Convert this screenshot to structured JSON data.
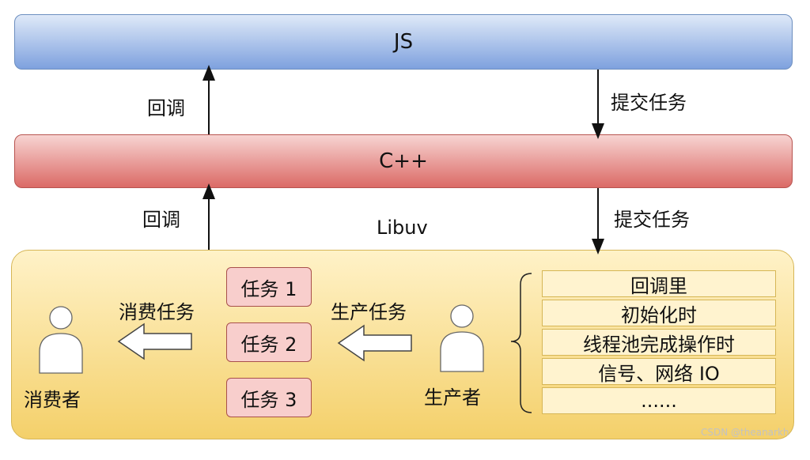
{
  "layers": {
    "js": "JS",
    "cpp": "C++",
    "libuv": "Libuv"
  },
  "arrows": {
    "callback_top": "回调",
    "submit_top": "提交任务",
    "callback_bottom": "回调",
    "submit_bottom": "提交任务"
  },
  "consumer": {
    "action": "消费任务",
    "label": "消费者"
  },
  "producer": {
    "action": "生产任务",
    "label": "生产者"
  },
  "tasks": [
    "任务 1",
    "任务 2",
    "任务 3"
  ],
  "sources": [
    "回调里",
    "初始化时",
    "线程池完成操作时",
    "信号、网络 IO",
    "......"
  ],
  "watermark": "CSDN @theanarkh",
  "colors": {
    "js_fill": "#7ea1de",
    "cpp_fill": "#db6a66",
    "libuv_fill": "#f4d06a",
    "task_fill": "#f8cecc",
    "person_fill": "#ffffff"
  }
}
